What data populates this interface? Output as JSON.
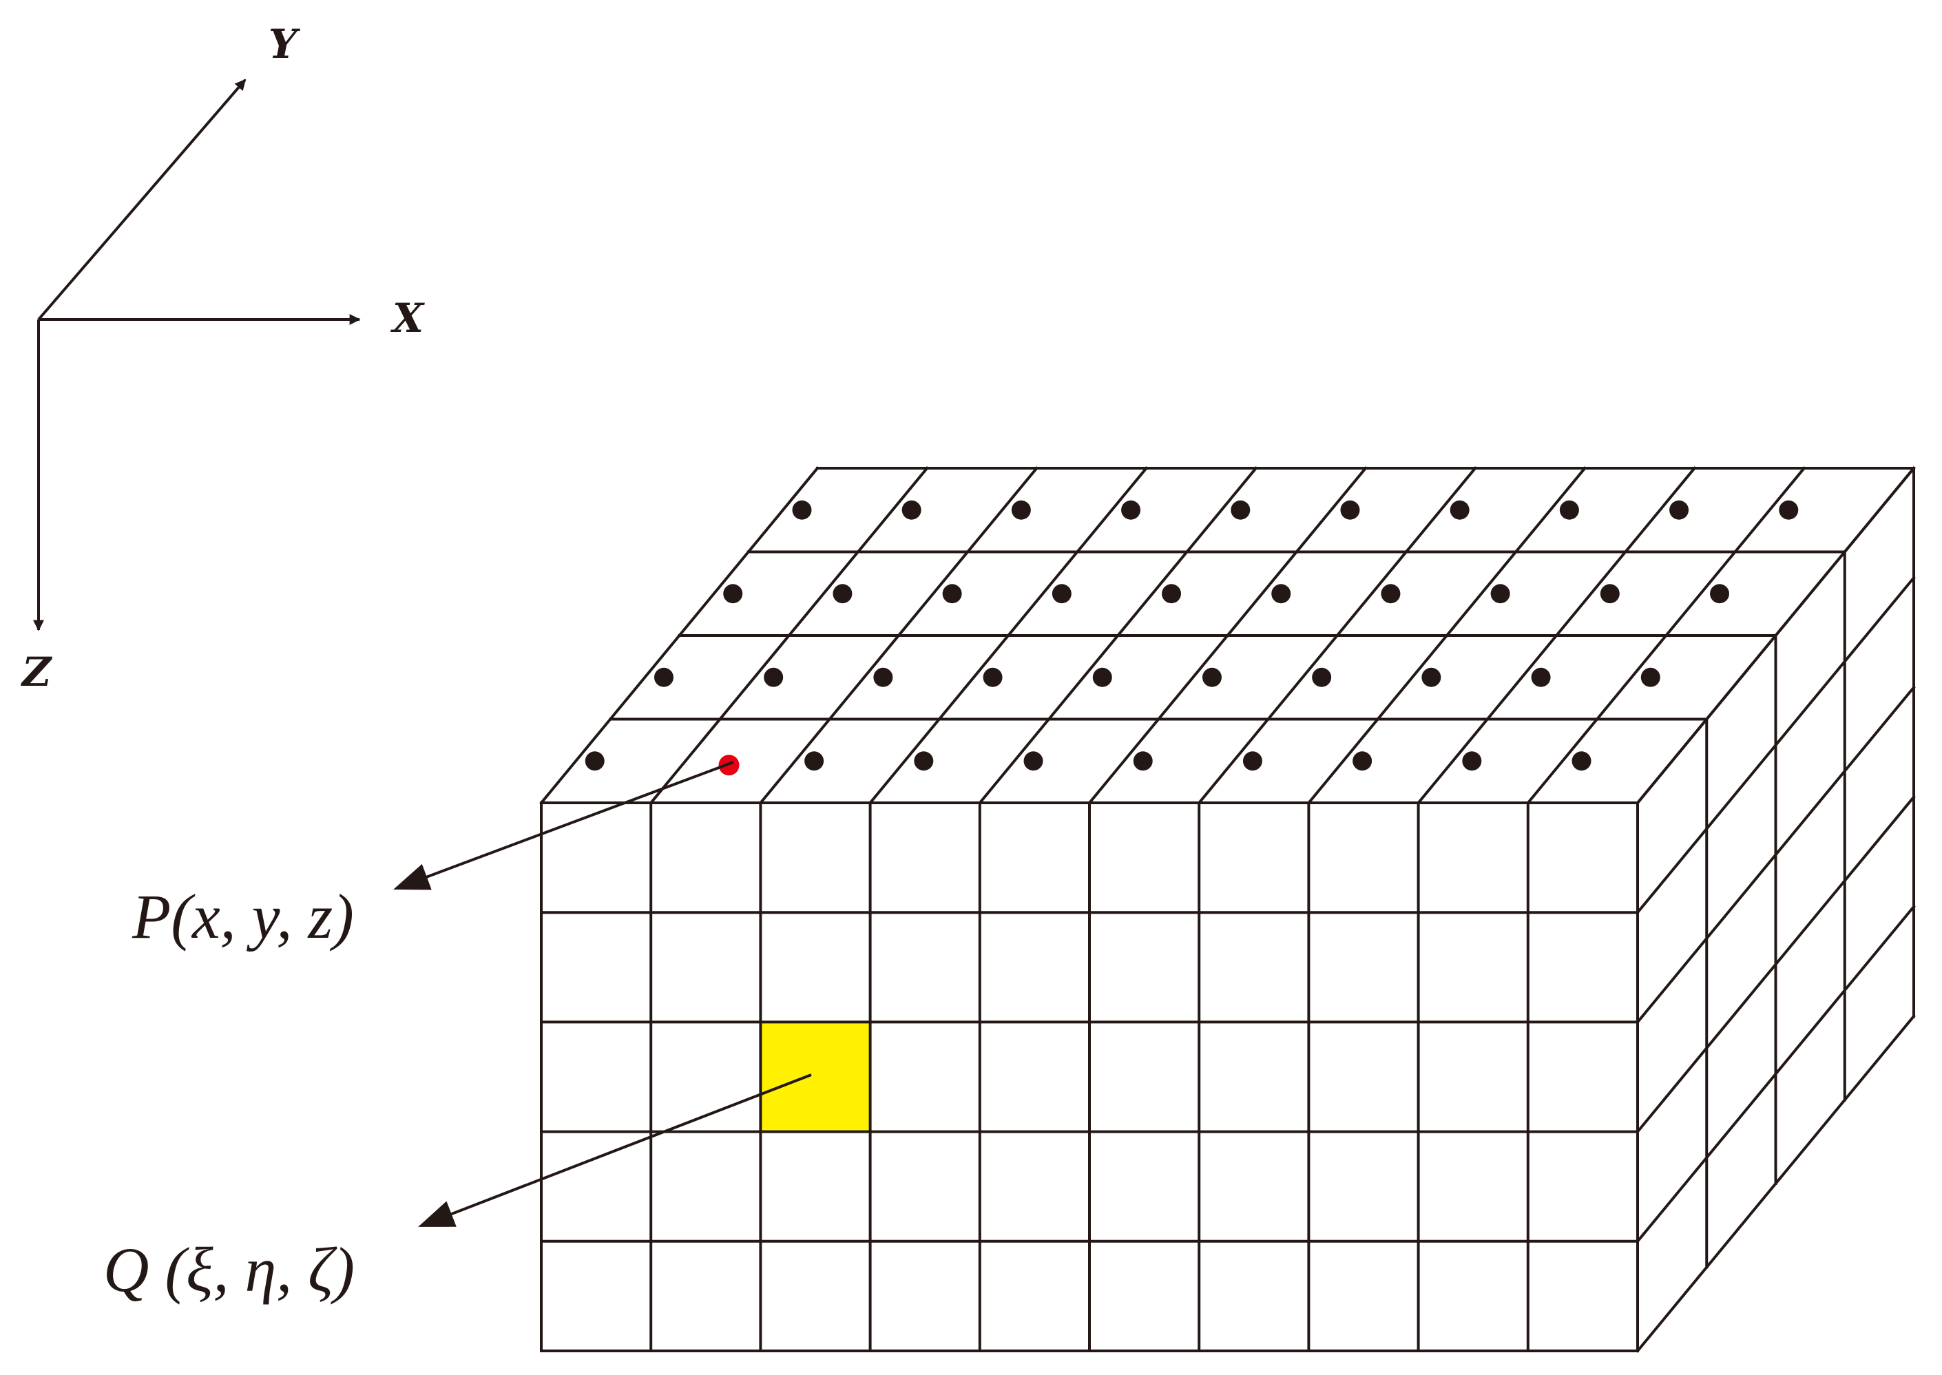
{
  "axes": {
    "x_label": "X",
    "y_label": "Y",
    "z_label": "Z"
  },
  "grid": {
    "cols": 10,
    "rows": 5,
    "depth": 4
  },
  "labels": {
    "p": "P(x, y, z)",
    "q": "Q (ξ, η, ζ)"
  },
  "colors": {
    "line": "#231815",
    "source_point": "#e60012",
    "highlight_cell": "#fff100",
    "marker": "#231815"
  },
  "highlight_cell": {
    "col": 2,
    "row": 2
  },
  "source_point": {
    "col": 1,
    "depth": 0
  }
}
